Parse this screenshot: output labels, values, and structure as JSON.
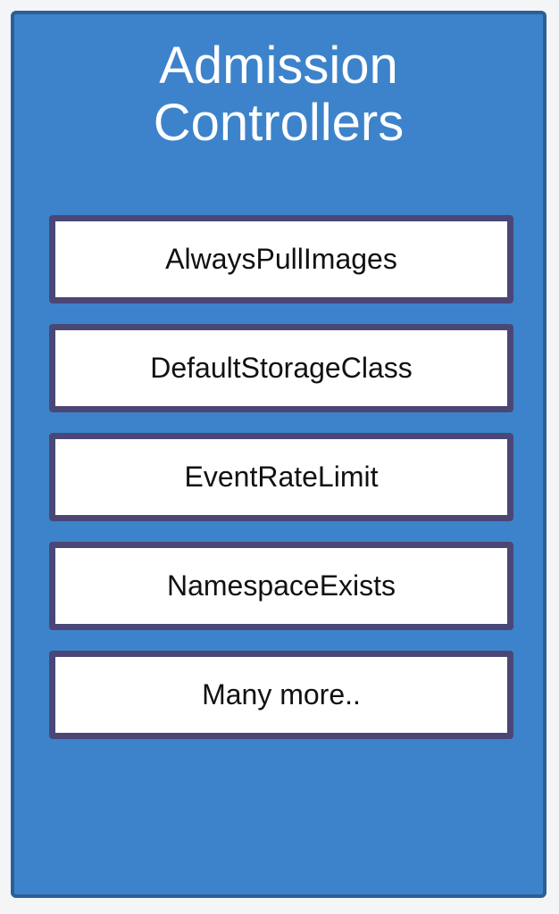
{
  "diagram": {
    "title_lines": [
      "Admission",
      "Controllers"
    ],
    "items": [
      "AlwaysPullImages",
      "DefaultStorageClass",
      "EventRateLimit",
      "NamespaceExists",
      "Many more.."
    ],
    "colors": {
      "panel_fill": "#3d83cb",
      "panel_border": "#2c5f95",
      "item_fill": "#ffffff",
      "item_border": "#4a4776",
      "title_text": "#ffffff",
      "item_text": "#111111"
    }
  }
}
